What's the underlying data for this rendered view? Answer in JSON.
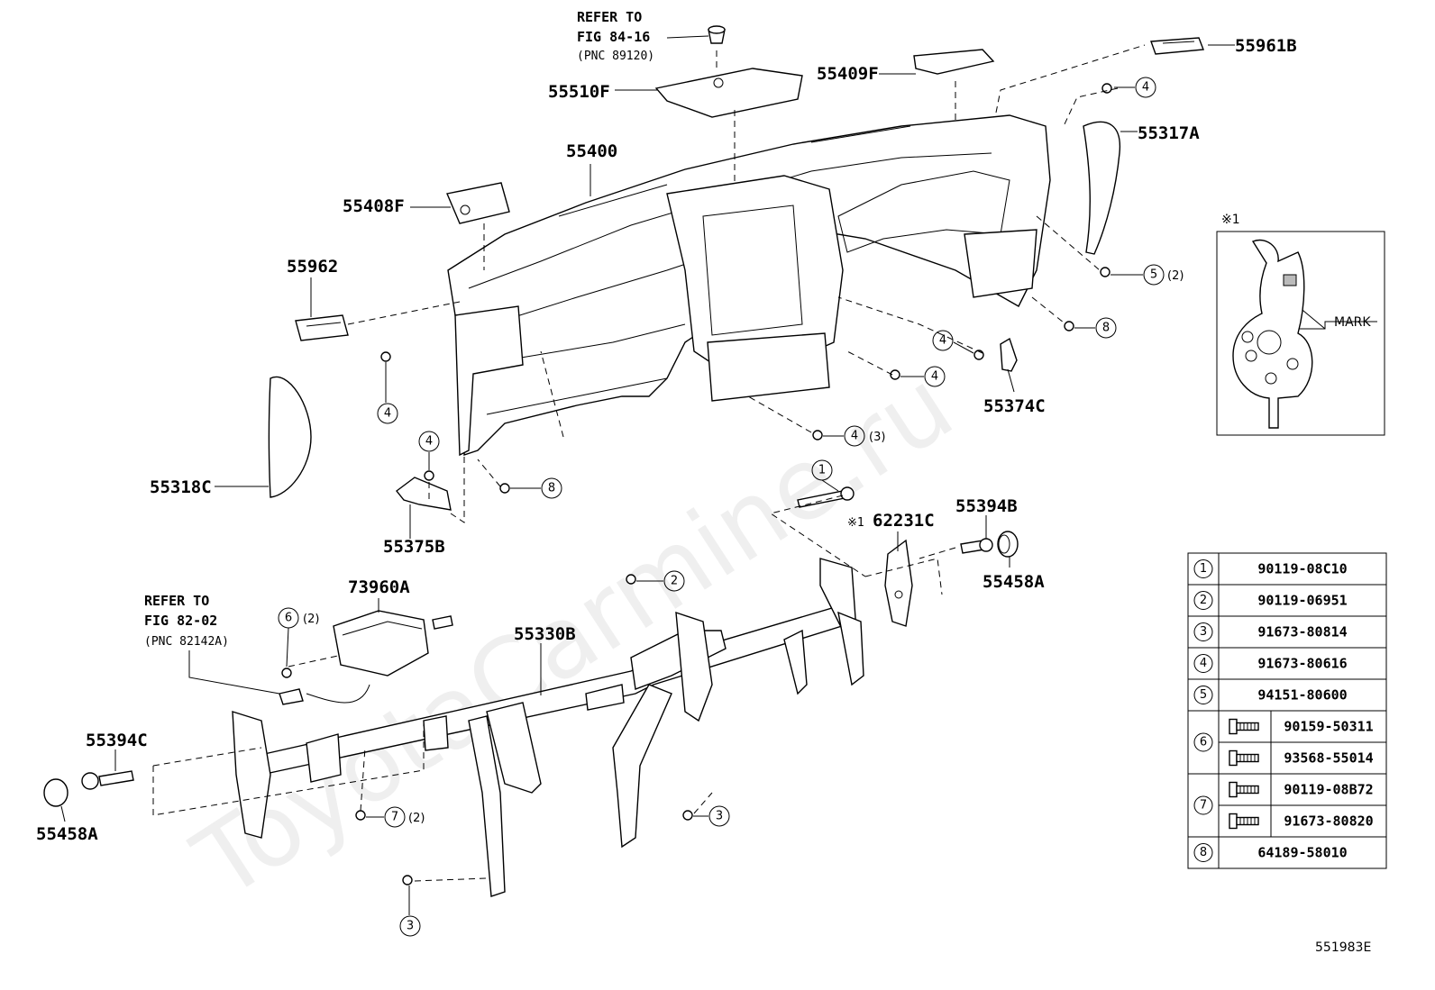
{
  "labels": {
    "p55961B": "55961B",
    "p55409F": "55409F",
    "p55510F": "55510F",
    "p55400": "55400",
    "p55317A": "55317A",
    "p55408F": "55408F",
    "p55962": "55962",
    "p55318C": "55318C",
    "p55375B": "55375B",
    "p55374C": "55374C",
    "p62231C": "62231C",
    "p62231C_note": "※1",
    "p55394B": "55394B",
    "p55458A_right": "55458A",
    "p73960A": "73960A",
    "p55330B": "55330B",
    "p55394C": "55394C",
    "p55458A_left": "55458A"
  },
  "refer_top": {
    "line1": "REFER TO",
    "line2": "FIG 84-16",
    "line3": "(PNC 89120)"
  },
  "refer_left": {
    "line1": "REFER TO",
    "line2": "FIG 82-02",
    "line3": "(PNC 82142A)"
  },
  "callouts": {
    "c1": "1",
    "c2": "2",
    "c3a": "3",
    "c3b": "3",
    "c4a": "4",
    "c4b": "4",
    "c4c": "4",
    "c4d": "4",
    "c4e": "4",
    "c4f": "4",
    "c5": "5",
    "c6": "6",
    "c7": "7",
    "c8a": "8",
    "c8b": "8"
  },
  "quantities": {
    "q4": "(3)",
    "q5": "(2)",
    "q6": "(2)",
    "q7": "(2)"
  },
  "detail": {
    "title": "※1",
    "mark_label": "MARK"
  },
  "parts_table": {
    "rows": [
      {
        "num": "1",
        "parts": [
          "90119-08C10"
        ]
      },
      {
        "num": "2",
        "parts": [
          "90119-06951"
        ]
      },
      {
        "num": "3",
        "parts": [
          "91673-80814"
        ]
      },
      {
        "num": "4",
        "parts": [
          "91673-80616"
        ]
      },
      {
        "num": "5",
        "parts": [
          "94151-80600"
        ]
      },
      {
        "num": "6",
        "parts": [
          "90159-50311",
          "93568-55014"
        ]
      },
      {
        "num": "7",
        "parts": [
          "90119-08B72",
          "91673-80820"
        ]
      },
      {
        "num": "8",
        "parts": [
          "64189-58010"
        ]
      }
    ]
  },
  "figure_code": "551983E",
  "watermark": "ToyotaCarmine.ru"
}
